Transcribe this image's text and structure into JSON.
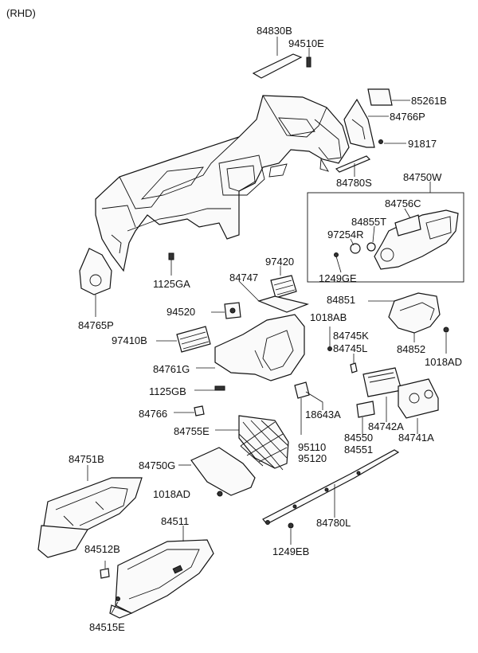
{
  "diagram": {
    "variant_label": "(RHD)",
    "part_numbers": {
      "p84830B": "84830B",
      "p94510E": "94510E",
      "p85261B": "85261B",
      "p84766P": "84766P",
      "p91817": "91817",
      "p84780S": "84780S",
      "p84750W": "84750W",
      "p84756C": "84756C",
      "p84855T": "84855T",
      "p97254R": "97254R",
      "p1249GE": "1249GE",
      "p1125GA": "1125GA",
      "p84765P": "84765P",
      "p97420": "97420",
      "p84747": "84747",
      "p94520": "94520",
      "p97410B": "97410B",
      "p1018AB": "1018AB",
      "p84851": "84851",
      "p84852": "84852",
      "p1018AD_right": "1018AD",
      "p84745K": "84745K",
      "p84745L": "84745L",
      "p84761G": "84761G",
      "p1125GB": "1125GB",
      "p84766": "84766",
      "p18643A": "18643A",
      "p84742A": "84742A",
      "p84741A": "84741A",
      "p84550": "84550",
      "p84551": "84551",
      "p84755E": "84755E",
      "p95110": "95110",
      "p95120": "95120",
      "p84751B": "84751B",
      "p84750G": "84750G",
      "p1018AD_left": "1018AD",
      "p84780L": "84780L",
      "p84511": "84511",
      "p84512B": "84512B",
      "p1249EB": "1249EB",
      "p84515E": "84515E"
    }
  }
}
